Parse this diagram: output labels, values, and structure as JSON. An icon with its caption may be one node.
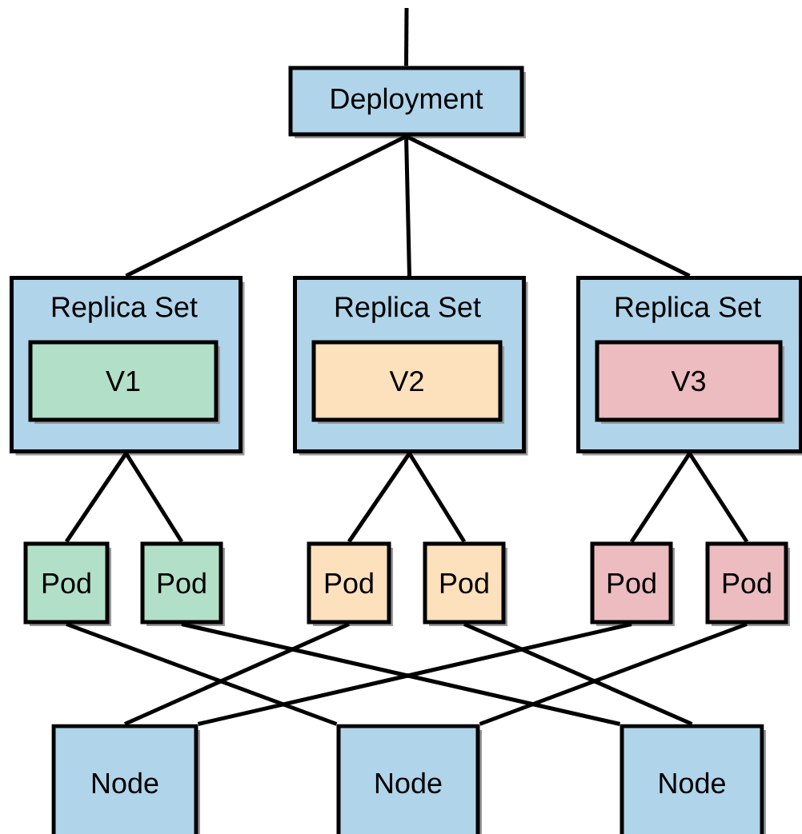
{
  "diagram": {
    "nodes": [
      {
        "text": [
          "Deployment"
        ]
      },
      {
        "text": [
          "Replica Set"
        ]
      },
      {
        "text": [
          "V1"
        ],
        "in": 1
      },
      {
        "text": [
          "Replica Set"
        ]
      },
      {
        "text": [
          "V2"
        ],
        "in": 3
      },
      {
        "text": [
          "Replica Set"
        ]
      },
      {
        "text": [
          "V3"
        ],
        "in": 5
      },
      {
        "text": [
          "Pod"
        ]
      },
      {
        "text": [
          "Pod"
        ]
      },
      {
        "text": [
          "Pod"
        ]
      },
      {
        "text": [
          "Pod"
        ]
      },
      {
        "text": [
          "Pod"
        ]
      },
      {
        "text": [
          "Pod"
        ]
      },
      {
        "text": [
          "Node"
        ]
      },
      {
        "text": [
          "Node"
        ]
      },
      {
        "text": [
          "Node"
        ]
      }
    ],
    "edges": [
      {
        "from": null,
        "to": 0,
        "arrow": "none"
      },
      {
        "from": 0,
        "to": 1,
        "arrow": "none"
      },
      {
        "from": 0,
        "to": 3,
        "arrow": "none"
      },
      {
        "from": 0,
        "to": 5,
        "arrow": "none"
      },
      {
        "from": 1,
        "to": 7,
        "arrow": "none"
      },
      {
        "from": 1,
        "to": 8,
        "arrow": "none"
      },
      {
        "from": 3,
        "to": 9,
        "arrow": "none"
      },
      {
        "from": 3,
        "to": 10,
        "arrow": "none"
      },
      {
        "from": 5,
        "to": 11,
        "arrow": "none"
      },
      {
        "from": 5,
        "to": 12,
        "arrow": "none"
      },
      {
        "from": 7,
        "to": 14,
        "arrow": "none"
      },
      {
        "from": 8,
        "to": 15,
        "arrow": "none"
      },
      {
        "from": 9,
        "to": 13,
        "arrow": "none"
      },
      {
        "from": 10,
        "to": 15,
        "arrow": "none"
      },
      {
        "from": 11,
        "to": 13,
        "arrow": "none"
      },
      {
        "from": 12,
        "to": 14,
        "arrow": "none"
      }
    ]
  }
}
